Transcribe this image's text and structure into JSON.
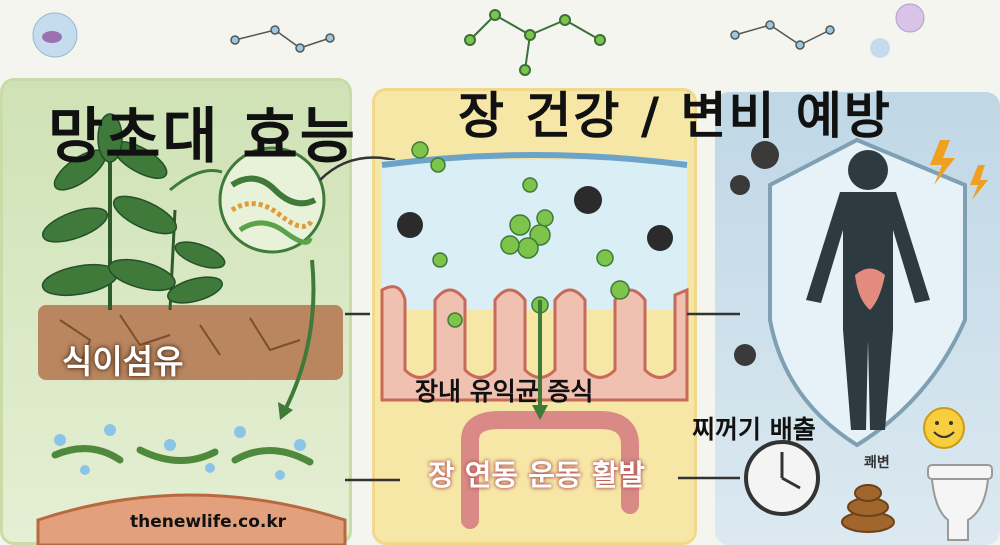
{
  "header": {
    "title": "망초대 효능",
    "subtitle": "장 건강 / 변비 예방"
  },
  "labels": {
    "fiber": "식이섬유",
    "gut_bacteria": "장내 유익균 증식",
    "peristalsis": "장 연동 운동 활발",
    "waste_removal": "찌꺼기 배출",
    "bowel_movement": "쾌변"
  },
  "footer": {
    "site": "thenewlife.co.kr"
  },
  "colors": {
    "panel_left": "#d6e7bf",
    "panel_middle": "#f7e7a6",
    "panel_right": "#c7dce8",
    "leaf_green": "#3f7a3a",
    "intestine_pink": "#e8958a",
    "bacteria_green": "#7cc44a"
  },
  "icons": [
    "plant-icon",
    "fiber-strand-icon",
    "good-bacteria-icon",
    "bad-bacteria-icon",
    "intestine-icon",
    "human-body-icon",
    "shield-icon",
    "clock-icon",
    "poop-icon",
    "smile-icon",
    "toilet-icon",
    "lightning-icon"
  ]
}
